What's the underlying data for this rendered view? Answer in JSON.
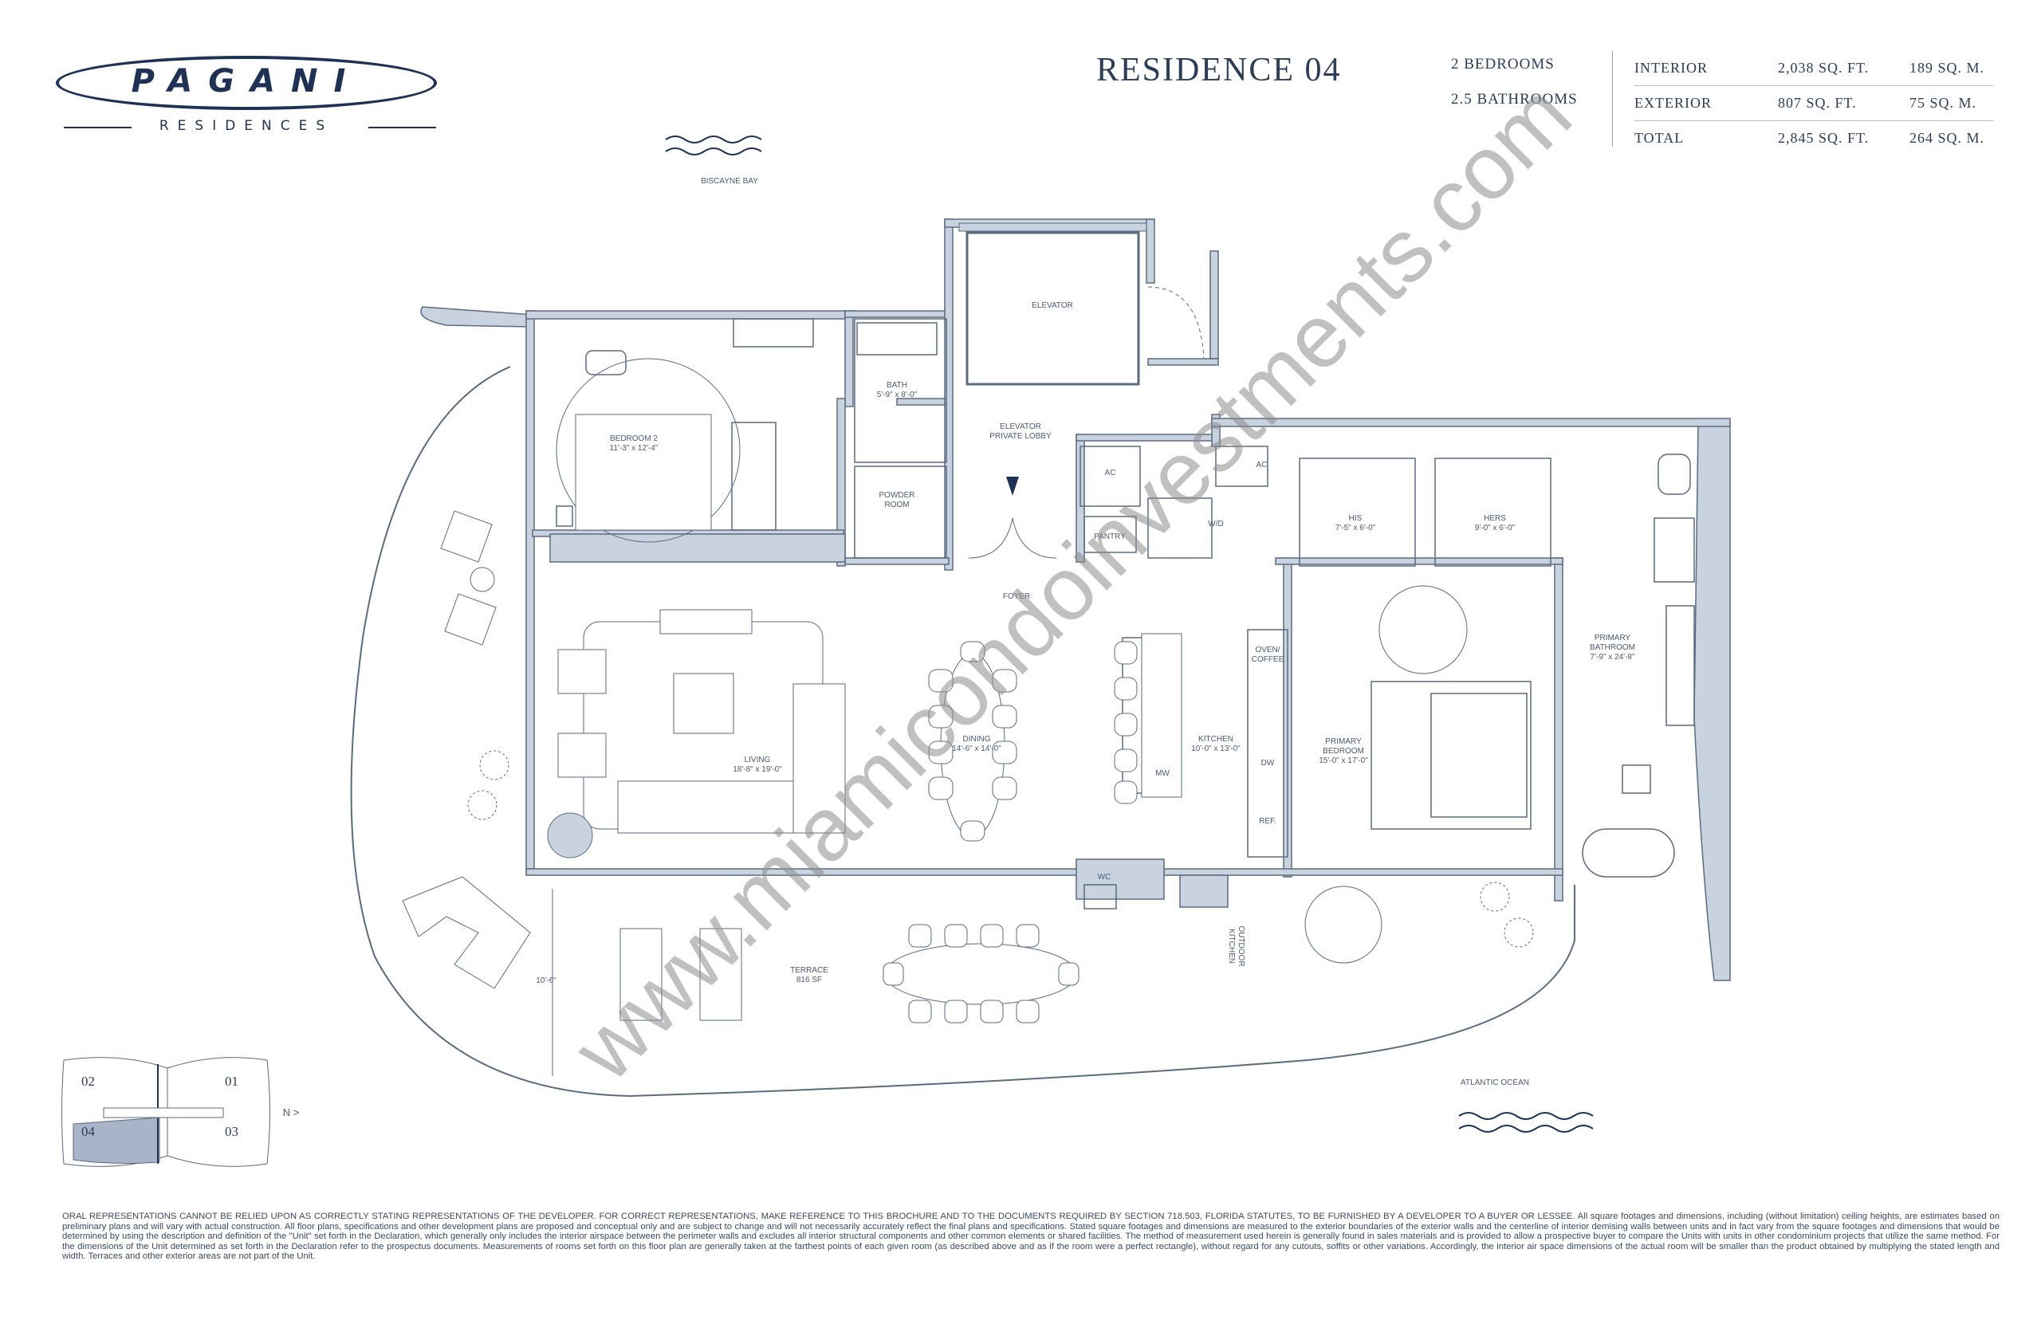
{
  "brand": {
    "name": "PAGANI",
    "tagline": "RESIDENCES"
  },
  "unit": {
    "title": "RESIDENCE 04",
    "bedrooms": "2 BEDROOMS",
    "bathrooms": "2.5 BATHROOMS"
  },
  "areas": [
    {
      "label": "INTERIOR",
      "sqft": "2,038 SQ. FT.",
      "sqm": "189 SQ. M."
    },
    {
      "label": "EXTERIOR",
      "sqft": "807 SQ. FT.",
      "sqm": "75 SQ. M."
    },
    {
      "label": "TOTAL",
      "sqft": "2,845 SQ. FT.",
      "sqm": "264 SQ. M."
    }
  ],
  "orientation": {
    "top": "BISCAYNE BAY",
    "bottom": "ATLANTIC OCEAN",
    "north": "N >"
  },
  "rooms": {
    "elevator": "ELEVATOR",
    "elevator_lobby": [
      "ELEVATOR",
      "PRIVATE LOBBY"
    ],
    "bath": [
      "BATH",
      "5'-9\" x 8'-0\""
    ],
    "powder": [
      "POWDER",
      "ROOM"
    ],
    "bedroom2": [
      "BEDROOM 2",
      "11'-3\" x 12'-4\""
    ],
    "ac1": "AC",
    "ac2": "AC",
    "pantry": "PANTRY",
    "wd": "W/D",
    "his": [
      "HIS",
      "7'-5\" x 6'-0\""
    ],
    "hers": [
      "HERS",
      "9'-0\" x 6'-0\""
    ],
    "foyer": "FOYER",
    "living": [
      "LIVING",
      "18'-8\" x 19'-0\""
    ],
    "dining": [
      "DINING",
      "14'-6\" x 14'-0\""
    ],
    "kitchen": [
      "KITCHEN",
      "10'-0\" x 13'-0\""
    ],
    "oven": [
      "OVEN/",
      "COFFEE"
    ],
    "dw": "DW",
    "mw": "MW",
    "ref": "REF.",
    "primary_bedroom": [
      "PRIMARY",
      "BEDROOM",
      "15'-0\" x 17'-0\""
    ],
    "primary_bath": [
      "PRIMARY",
      "BATHROOM",
      "7'-9\" x 24'-8\""
    ],
    "wc": "WC",
    "outdoor_kitchen": [
      "OUTDOOR",
      "KITCHEN"
    ],
    "terrace": [
      "TERRACE",
      "816 SF"
    ],
    "terrace_depth": "10'-6\""
  },
  "keyplan": {
    "units": [
      "02",
      "01",
      "04",
      "03"
    ],
    "highlight": "04"
  },
  "watermark": "www.miamicondoinvestments.com",
  "disclaimer": "ORAL REPRESENTATIONS CANNOT BE RELIED UPON AS CORRECTLY STATING REPRESENTATIONS OF THE DEVELOPER. FOR CORRECT REPRESENTATIONS, MAKE REFERENCE TO THIS BROCHURE AND TO THE DOCUMENTS REQUIRED BY SECTION 718.503, FLORIDA STATUTES, TO BE FURNISHED BY A DEVELOPER TO A BUYER OR LESSEE. All square footages and dimensions, including (without limitation) ceiling heights, are estimates based on preliminary plans and will vary with actual construction. All floor plans, specifications and other development plans are proposed and conceptual only and are subject to change and will not necessarily accurately reflect the final plans and specifications. Stated square footages and dimensions are measured to the exterior boundaries of the exterior walls and the centerline of interior demising walls between units and in fact vary from the square footages and dimensions that would be determined by using the description and definition of the \"Unit\" set forth in the Declaration, which generally only includes the interior airspace between the perimeter walls and excludes all interior structural components and other common elements or shared facilities. The method of measurement used herein is generally found in sales materials and is provided to allow a prospective buyer to compare the Units with units in other condominium projects that utilize the same method. For the dimensions of the Unit determined as set forth in the Declaration refer to the prospectus documents. Measurements of rooms set forth on this floor plan are generally taken at the farthest points of each given room (as described above and as if the room were a perfect rectangle), without regard for any cutouts, soffits or other variations. Accordingly, the interior air space dimensions of the actual room will be smaller than the product obtained by multiplying the stated length and width. Terraces and other exterior areas are not part of the Unit.",
  "colors": {
    "navy": "#1f3256",
    "wall": "#c9d3df",
    "wall_edge": "#5b6b80",
    "highlight": "#aab4c8"
  }
}
